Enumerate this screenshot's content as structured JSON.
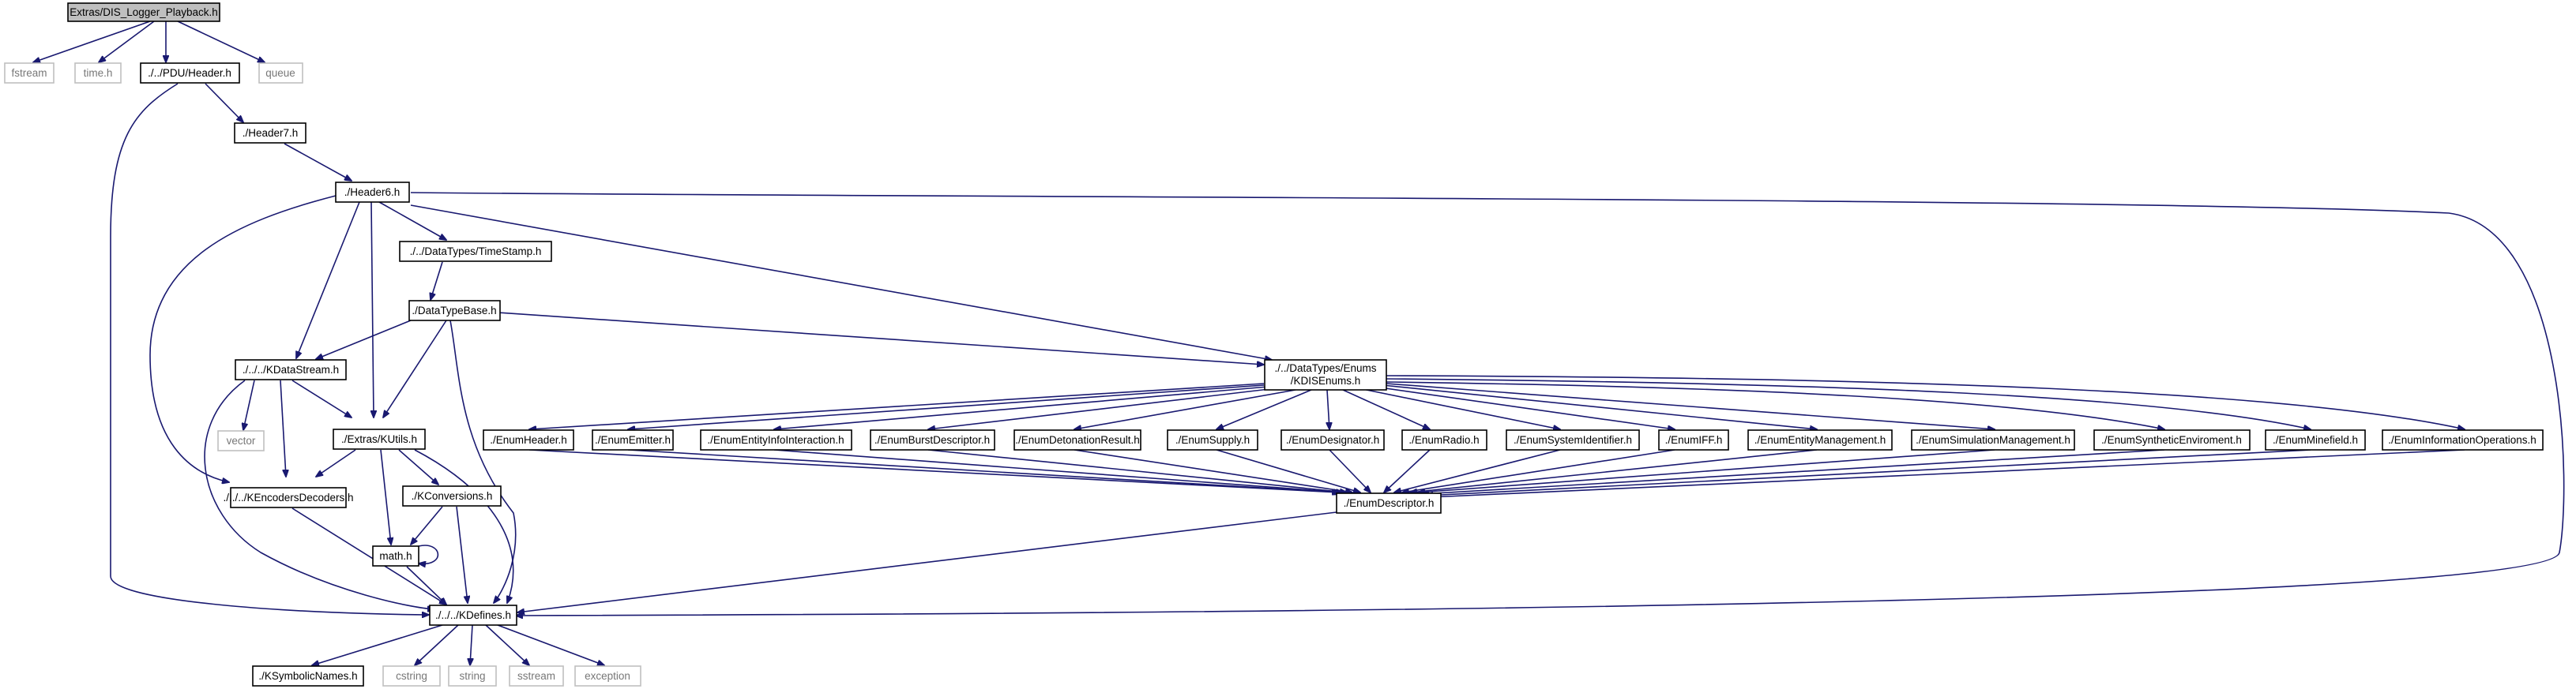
{
  "nodes": {
    "root": "Extras/DIS_Logger_Playback.h",
    "fstream": "fstream",
    "time": "time.h",
    "pduheader": "./../PDU/Header.h",
    "queue": "queue",
    "header7": "./Header7.h",
    "header6": "./Header6.h",
    "timestamp": "./../DataTypes/TimeStamp.h",
    "datatypebase": "./DataTypeBase.h",
    "disenums_1": "./../DataTypes/Enums",
    "disenums_2": "/KDISEnums.h",
    "datastream": "./../../KDataStream.h",
    "vector": "vector",
    "kutils": "./Extras/KUtils.h",
    "encoders": "./../../KEncodersDecoders.h",
    "conversions": "./KConversions.h",
    "math": "math.h",
    "kdefines": "./../../KDefines.h",
    "symbolic": "./KSymbolicNames.h",
    "cstring": "cstring",
    "string": "string",
    "sstream": "sstream",
    "exception": "exception",
    "enumdescriptor": "./EnumDescriptor.h",
    "e_header": "./EnumHeader.h",
    "e_emitter": "./EnumEmitter.h",
    "e_entityinfo": "./EnumEntityInfoInteraction.h",
    "e_burst": "./EnumBurstDescriptor.h",
    "e_detonation": "./EnumDetonationResult.h",
    "e_supply": "./EnumSupply.h",
    "e_designator": "./EnumDesignator.h",
    "e_radio": "./EnumRadio.h",
    "e_systemid": "./EnumSystemIdentifier.h",
    "e_iff": "./EnumIFF.h",
    "e_entitymgmt": "./EnumEntityManagement.h",
    "e_simmgmt": "./EnumSimulationManagement.h",
    "e_synthetic": "./EnumSyntheticEnviroment.h",
    "e_minefield": "./EnumMinefield.h",
    "e_infoops": "./EnumInformationOperations.h"
  },
  "colors": {
    "edge": "#191970",
    "root_fill": "#bfbfbf",
    "external_border": "#bfbfbf",
    "node_border": "#000000"
  }
}
